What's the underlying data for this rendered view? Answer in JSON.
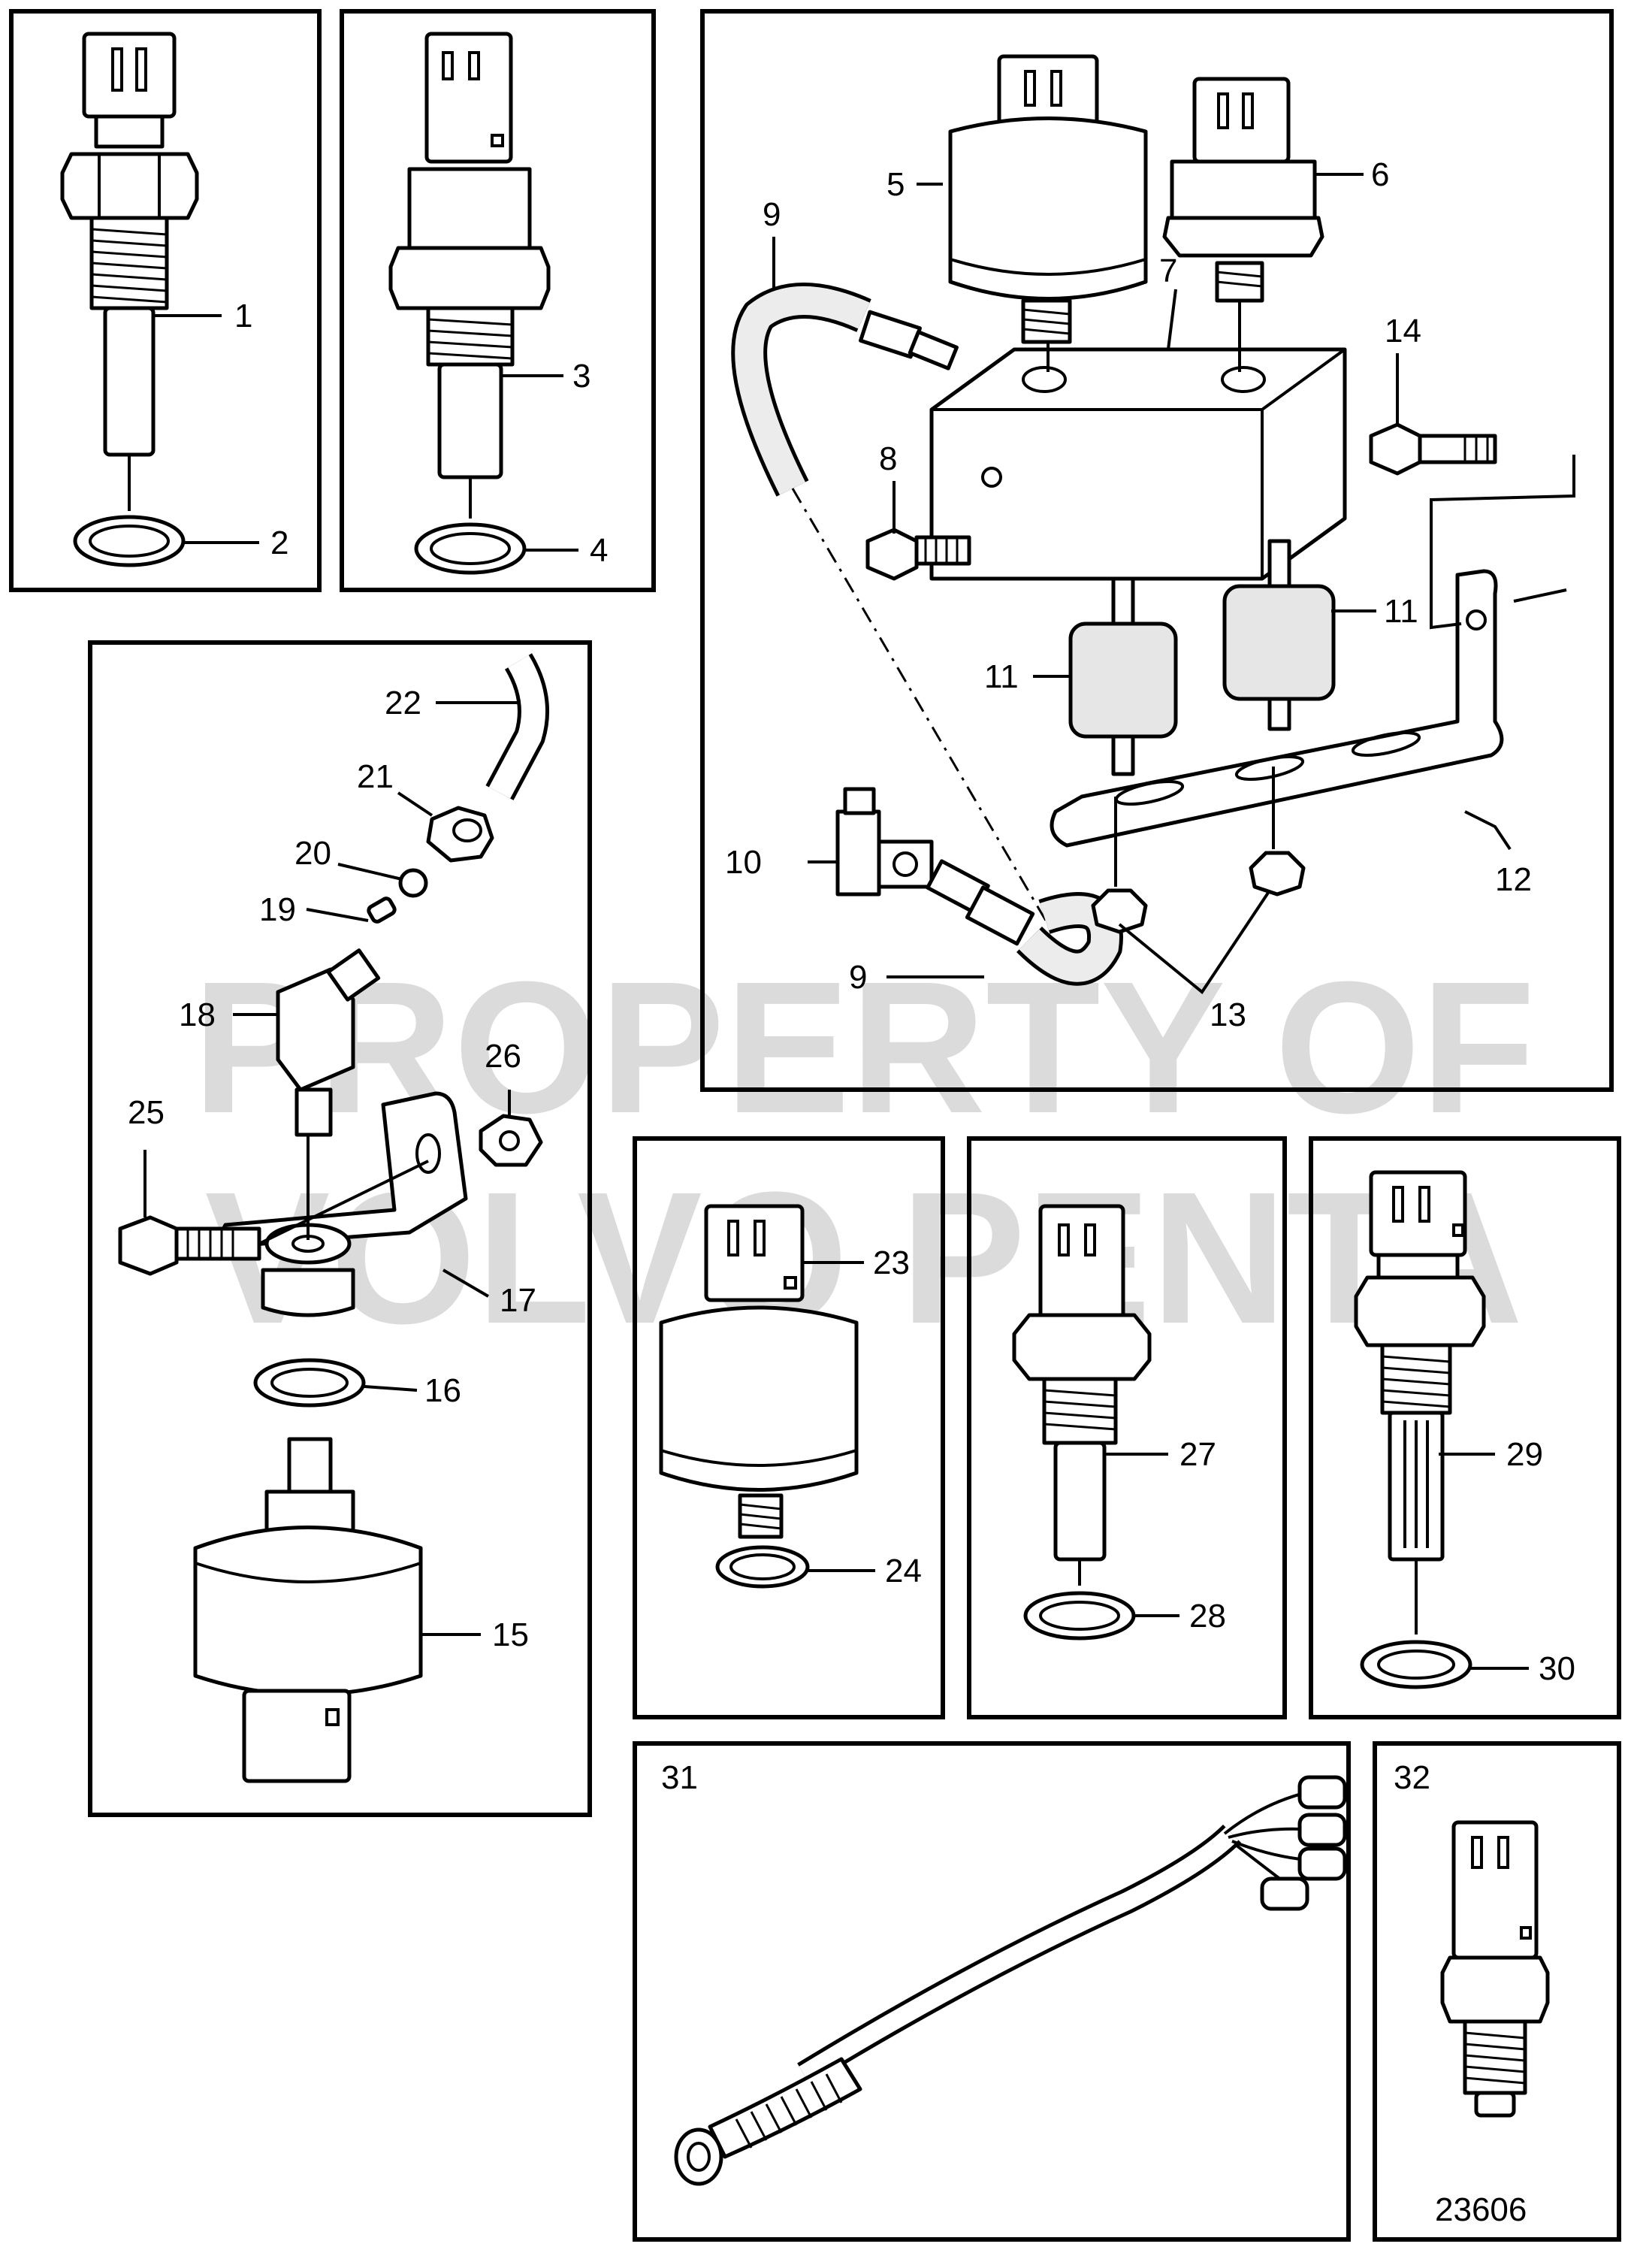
{
  "watermark": [
    "PROPERTY OF",
    "VOLVO PENTA"
  ],
  "drawing_number": "23606",
  "callouts": [
    "1",
    "2",
    "3",
    "4",
    "5",
    "6",
    "7",
    "8",
    "9",
    "9",
    "10",
    "11",
    "11",
    "12",
    "13",
    "14",
    "15",
    "16",
    "17",
    "18",
    "19",
    "20",
    "21",
    "22",
    "23",
    "24",
    "25",
    "26",
    "27",
    "28",
    "29",
    "30",
    "31",
    "32"
  ]
}
